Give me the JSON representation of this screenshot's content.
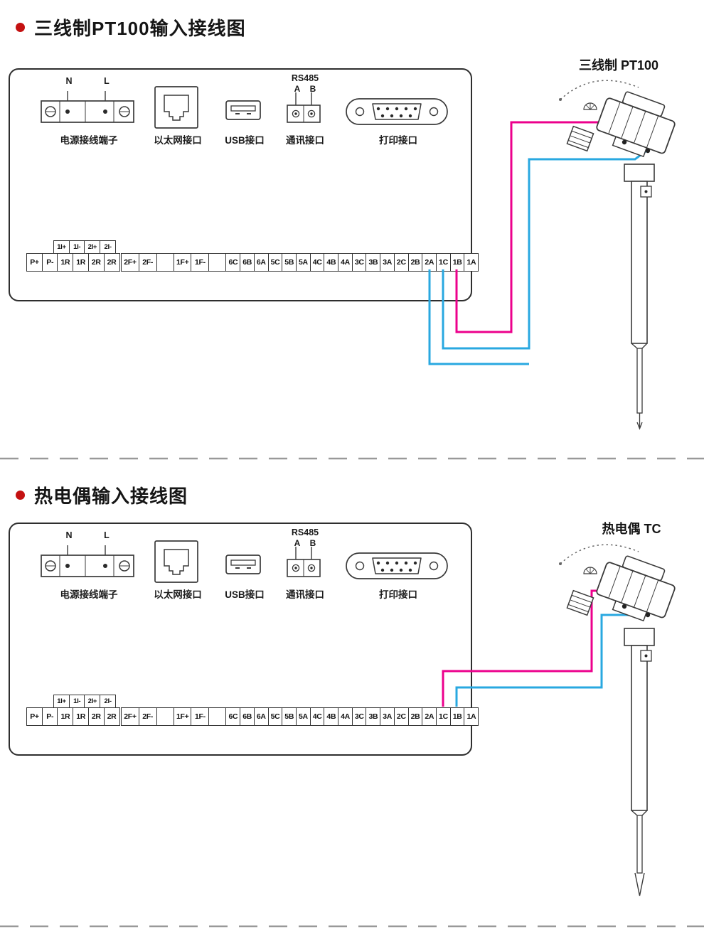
{
  "sections": [
    {
      "title": "三线制PT100输入接线图",
      "sensor_label": "三线制 PT100"
    },
    {
      "title": "热电偶输入接线图",
      "sensor_label": "热电偶 TC"
    }
  ],
  "panel": {
    "power": {
      "label": "电源接线端子",
      "n": "N",
      "l": "L"
    },
    "ethernet": {
      "label": "以太网接口"
    },
    "usb": {
      "label": "USB接口"
    },
    "comm": {
      "label": "通讯接口",
      "title": "RS485",
      "a": "A",
      "b": "B"
    },
    "printer": {
      "label": "打印接口"
    }
  },
  "strips": {
    "aux": [
      "1I+",
      "1I-",
      "2I+",
      "2I-"
    ],
    "left": [
      "P+",
      "P-",
      "1R",
      "1R",
      "2R",
      "2R"
    ],
    "right": [
      "2F+",
      "2F-",
      "",
      "1F+",
      "1F-",
      "",
      "6C",
      "6B",
      "6A",
      "5C",
      "5B",
      "5A",
      "4C",
      "4B",
      "4A",
      "3C",
      "3B",
      "3A",
      "2C",
      "2B",
      "2A",
      "1C",
      "1B",
      "1A"
    ]
  },
  "colors": {
    "wire_magenta": "#ec008c",
    "wire_blue": "#29a8e0",
    "bullet": "#c41111",
    "line": "#3a3a3a"
  }
}
